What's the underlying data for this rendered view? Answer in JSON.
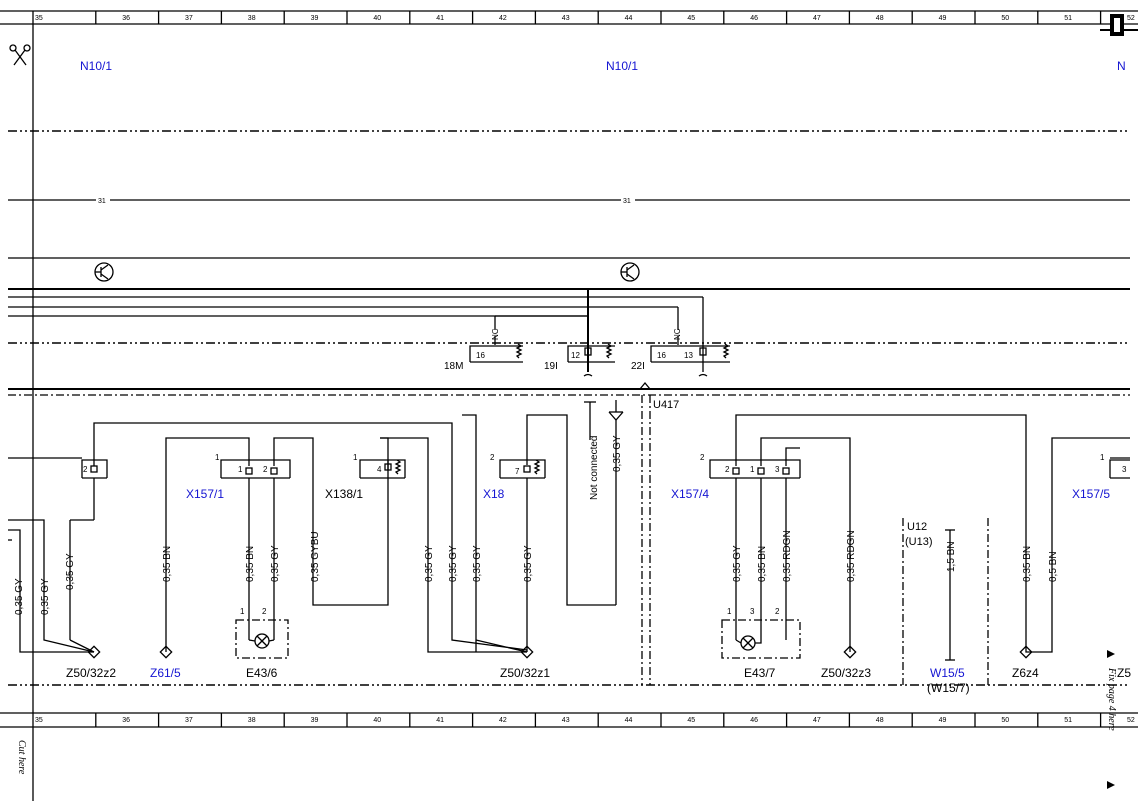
{
  "ruler": {
    "numbers": [
      "35",
      "36",
      "37",
      "38",
      "39",
      "40",
      "41",
      "42",
      "43",
      "44",
      "45",
      "46",
      "47",
      "48",
      "49",
      "50",
      "51",
      "52"
    ]
  },
  "labels": {
    "n10_left": "N10/1",
    "n10_mid": "N10/1",
    "n10_right": "N",
    "w31_a": "31",
    "w31_b": "31",
    "u417": "U417",
    "u12": "U12",
    "u13": "(U13)",
    "not_connected": "Not connected",
    "nc_a": "NC",
    "nc_b": "NC"
  },
  "pins_ecu": [
    {
      "label": "18M",
      "pin": "16"
    },
    {
      "label": "19I",
      "pin": "12"
    },
    {
      "label": "22I",
      "pin": "16",
      "pin2": "13"
    }
  ],
  "connectors": {
    "x157_1": "X157/1",
    "x138_1": "X138/1",
    "x18": "X18",
    "x157_4": "X157/4",
    "x157_5": "X157/5"
  },
  "bottom_labels": {
    "z50_32z2": "Z50/32z2",
    "z61_5": "Z61/5",
    "e43_6": "E43/6",
    "z50_32z1": "Z50/32z1",
    "e43_7": "E43/7",
    "z50_32z3": "Z50/32z3",
    "w15_5": "W15/5",
    "w15_7": "(W15/7)",
    "z6z4": "Z6z4",
    "z5": "Z5"
  },
  "wires": {
    "gy035": "0,35 GY",
    "bn035": "0,35 BN",
    "gybu035": "0,35 GYBU",
    "rdgn035": "0,35 RDGN",
    "bn15": "1,5 BN",
    "bn05": "0,5 BN"
  },
  "margin": {
    "cut_here": "Cut here",
    "fix_page": "Fix page 4 here"
  },
  "colors": {
    "blue_label": "#1414d2",
    "line": "#000000"
  }
}
